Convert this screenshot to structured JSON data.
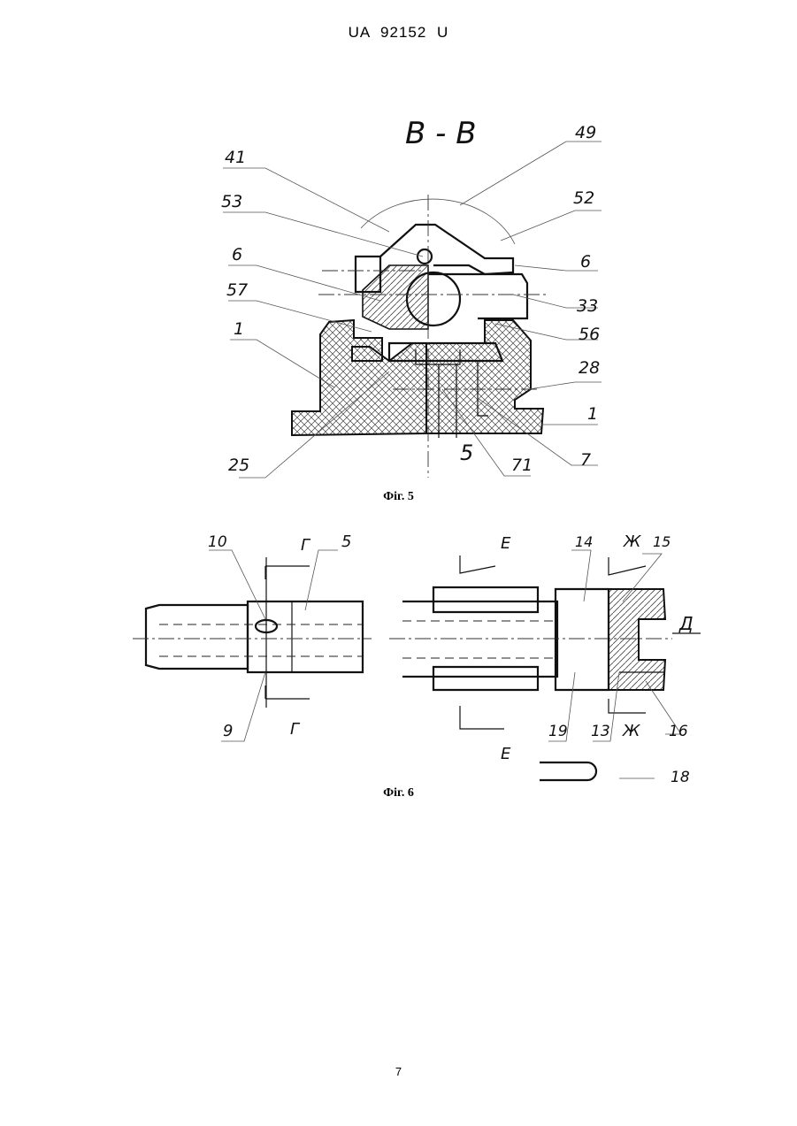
{
  "header": {
    "doc_id": "UA   92152   U"
  },
  "figure5": {
    "section_title": "B - B",
    "caption": "Фіг. 5",
    "labels": [
      "41",
      "49",
      "53",
      "52",
      "6",
      "6",
      "57",
      "33",
      "1",
      "56",
      "28",
      "1",
      "25",
      "5",
      "71",
      "7"
    ]
  },
  "figure6": {
    "caption": "Фіг. 6",
    "labels": [
      "10",
      "Г",
      "5",
      "Е",
      "14",
      "Ж",
      "15",
      "Д",
      "9",
      "Г",
      "19",
      "13",
      "Ж",
      "16",
      "Е",
      "18"
    ]
  },
  "page_number": "7"
}
